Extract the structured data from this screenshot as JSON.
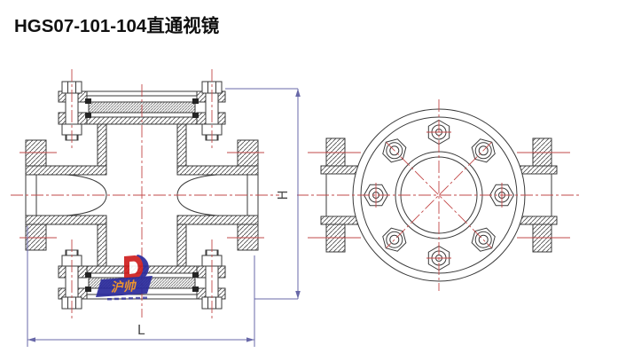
{
  "page": {
    "background_color": "#ffffff"
  },
  "title": {
    "text": "HGS07-101-104直通视镜"
  },
  "section_view": {
    "dimension_labels": {
      "height": "H",
      "length": "L"
    }
  },
  "front_view": {
    "bolt_count": 8
  },
  "watermark": {
    "text": "沪帅"
  },
  "colors": {
    "outline": "#3a3a3a",
    "centerline_red": "#c24848",
    "dimension_blue": "#6868a8",
    "label_gray": "#4a4a4a",
    "logo_red": "#cf1f1f",
    "logo_blue": "#2b2b9c",
    "logo_orange": "#f09020"
  }
}
